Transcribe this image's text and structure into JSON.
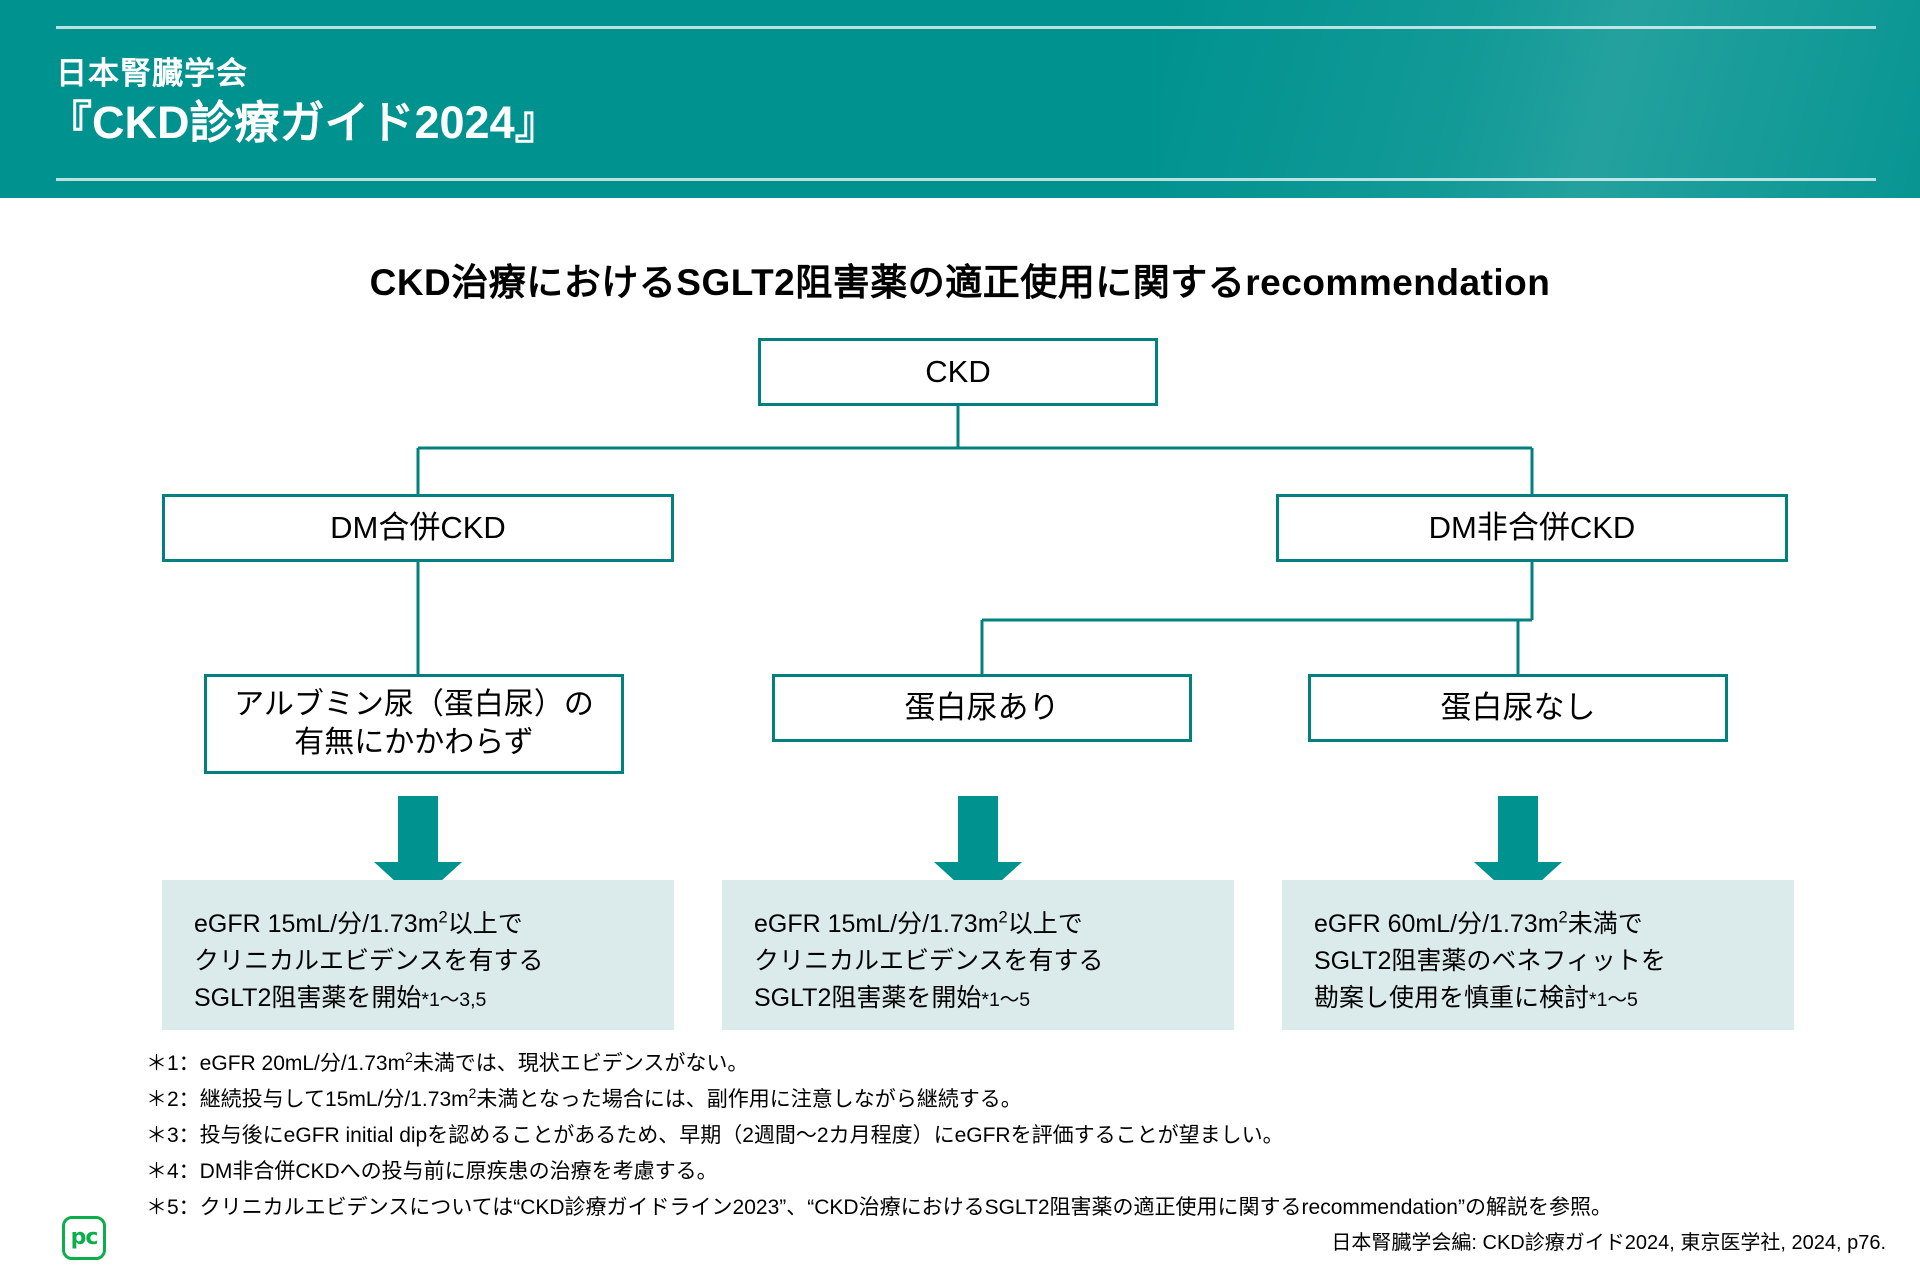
{
  "header": {
    "org": "日本腎臓学会",
    "guide": "『CKD診療ガイド2024』",
    "bg_color": "#00928F"
  },
  "chart_title": "CKD治療におけるSGLT2阻害薬の適正使用に関するrecommendation",
  "chart_data": {
    "type": "diagram",
    "title": "CKD治療におけるSGLT2阻害薬の適正使用に関するrecommendation",
    "accent_color": "#00807E",
    "rec_box_color": "#DBEBEC",
    "nodes": [
      {
        "id": "ckd",
        "label": "CKD",
        "level": 0
      },
      {
        "id": "dm",
        "label": "DM合併CKD",
        "level": 1
      },
      {
        "id": "nondm",
        "label": "DM非合併CKD",
        "level": 1
      },
      {
        "id": "albumin",
        "label_line1": "アルブミン尿（蛋白尿）の",
        "label_line2": "有無にかかわらず",
        "level": 2
      },
      {
        "id": "pro_yes",
        "label": "蛋白尿あり",
        "level": 2
      },
      {
        "id": "pro_no",
        "label": "蛋白尿なし",
        "level": 2
      }
    ],
    "edges": [
      {
        "from": "ckd",
        "to": "dm"
      },
      {
        "from": "ckd",
        "to": "nondm"
      },
      {
        "from": "dm",
        "to": "albumin"
      },
      {
        "from": "nondm",
        "to": "pro_yes"
      },
      {
        "from": "nondm",
        "to": "pro_no"
      },
      {
        "from": "albumin",
        "to": "rec1",
        "style": "block-arrow"
      },
      {
        "from": "pro_yes",
        "to": "rec2",
        "style": "block-arrow"
      },
      {
        "from": "pro_no",
        "to": "rec3",
        "style": "block-arrow"
      }
    ]
  },
  "recommendations": [
    {
      "id": "rec1",
      "line1_pre": "eGFR 15mL/分/1.73m",
      "line1_sup": "2",
      "line1_post": "以上で",
      "line2": "クリニカルエビデンスを有する",
      "line3_pre": "SGLT2阻害薬を開始",
      "line3_ref": "*1～3,5"
    },
    {
      "id": "rec2",
      "line1_pre": "eGFR 15mL/分/1.73m",
      "line1_sup": "2",
      "line1_post": "以上で",
      "line2": "クリニカルエビデンスを有する",
      "line3_pre": "SGLT2阻害薬を開始",
      "line3_ref": "*1～5"
    },
    {
      "id": "rec3",
      "line1_pre": "eGFR 60mL/分/1.73m",
      "line1_sup": "2",
      "line1_post": "未満で",
      "line2": "SGLT2阻害薬のベネフィットを",
      "line3_pre": "勘案し使用を慎重に検討",
      "line3_ref": "*1～5"
    }
  ],
  "footnotes": [
    {
      "pre": "＊1：eGFR 20mL/分/1.73m",
      "sup": "2",
      "post": "未満では、現状エビデンスがない。"
    },
    {
      "pre": "＊2：継続投与して15mL/分/1.73m",
      "sup": "2",
      "post": "未満となった場合には、副作用に注意しながら継続する。"
    },
    {
      "pre": "＊3：投与後にeGFR initial dipを認めることがあるため、早期（2週間～2カ月程度）にeGFRを評価することが望ましい。",
      "sup": "",
      "post": ""
    },
    {
      "pre": "＊4：DM非合併CKDへの投与前に原疾患の治療を考慮する。",
      "sup": "",
      "post": ""
    },
    {
      "pre": "＊5：クリニカルエビデンスについては“CKD診療ガイドライン2023”、“CKD治療におけるSGLT2阻害薬の適正使用に関するrecommendation”の解説を参照。",
      "sup": "",
      "post": ""
    }
  ],
  "citation": "日本腎臓学会編: CKD診療ガイド2024, 東京医学社, 2024, p76.",
  "logo": {
    "text": "pc",
    "color": "#0BAE4B"
  }
}
